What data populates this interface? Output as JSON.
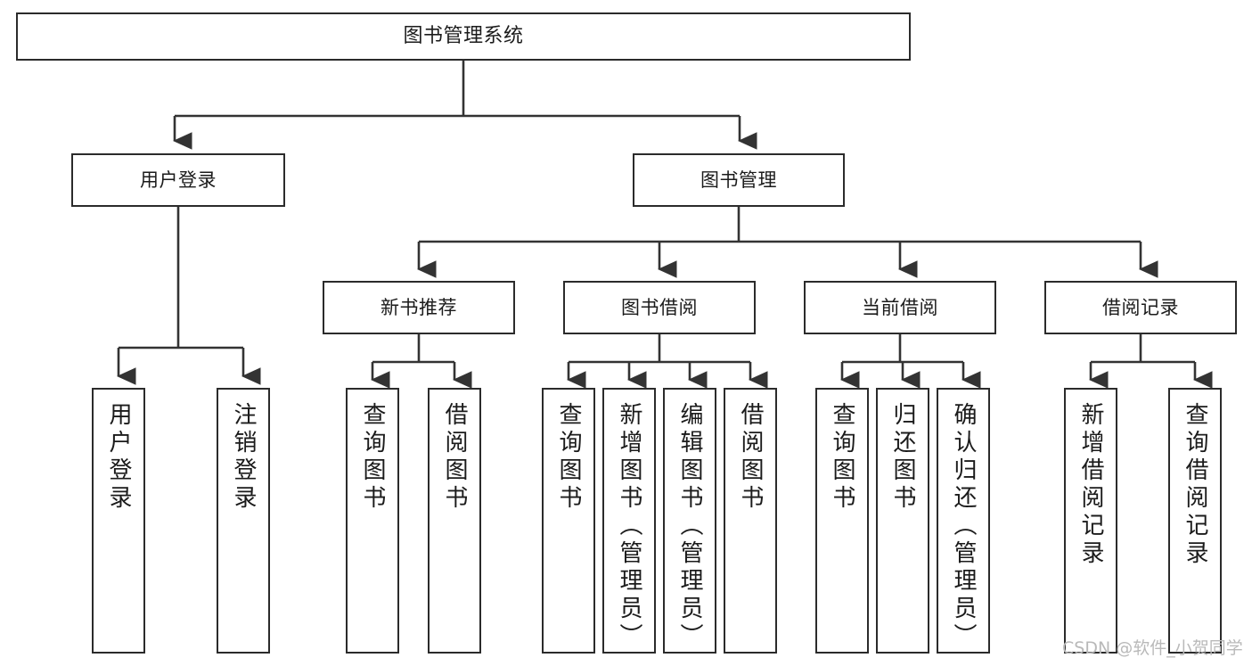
{
  "diagram": {
    "title": "图书管理系统",
    "type": "tree-hierarchy",
    "orientation": "top-down",
    "colors": {
      "box_border": "#2b2b2b",
      "box_fill": "#ffffff",
      "connector": "#333333",
      "text": "#1b1b1b",
      "watermark": "#b9b9b9",
      "background": "#ffffff"
    }
  },
  "nodes": {
    "root": {
      "label": "图书管理系统"
    },
    "level2": [
      {
        "id": "user-login",
        "label": "用户登录"
      },
      {
        "id": "book-manage",
        "label": "图书管理"
      }
    ],
    "level3": [
      {
        "id": "new-book-recommend",
        "label": "新书推荐"
      },
      {
        "id": "book-borrow",
        "label": "图书借阅"
      },
      {
        "id": "current-borrow",
        "label": "当前借阅"
      },
      {
        "id": "borrow-record",
        "label": "借阅记录"
      }
    ],
    "leaves": {
      "user_login": [
        {
          "id": "leaf-user-login",
          "label": "用户登录"
        },
        {
          "id": "leaf-logout-login",
          "label": "注销登录"
        }
      ],
      "new_book_recommend": [
        {
          "id": "leaf-query-book-1",
          "label": "查询图书"
        },
        {
          "id": "leaf-borrow-book-1",
          "label": "借阅图书"
        }
      ],
      "book_borrow": [
        {
          "id": "leaf-query-book-2",
          "label": "查询图书"
        },
        {
          "id": "leaf-add-book",
          "label": "新增图书（管理员）"
        },
        {
          "id": "leaf-edit-book",
          "label": "编辑图书（管理员）"
        },
        {
          "id": "leaf-borrow-book-2",
          "label": "借阅图书"
        }
      ],
      "current_borrow": [
        {
          "id": "leaf-query-book-3",
          "label": "查询图书"
        },
        {
          "id": "leaf-return-book",
          "label": "归还图书"
        },
        {
          "id": "leaf-confirm-return",
          "label": "确认归还（管理员）"
        }
      ],
      "borrow_record": [
        {
          "id": "leaf-add-record",
          "label": "新增借阅记录"
        },
        {
          "id": "leaf-query-record",
          "label": "查询借阅记录"
        }
      ]
    }
  },
  "watermark": {
    "text": "CSDN @软件_小贺同学"
  }
}
